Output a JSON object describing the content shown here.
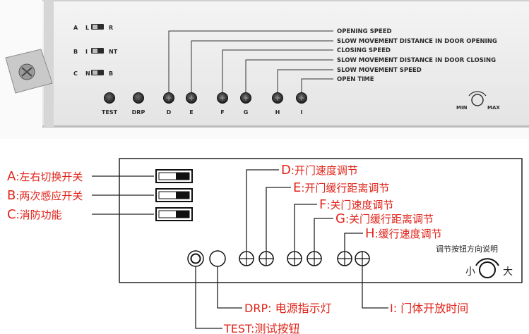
{
  "photo_panel": {
    "switches": [
      {
        "left": "A",
        "right": "R",
        "mid": "L"
      },
      {
        "left": "B",
        "right": "NT",
        "mid": "I"
      },
      {
        "left": "C",
        "right": "B",
        "mid": "N"
      }
    ],
    "knob_labels": [
      "TEST",
      "DRP",
      "D",
      "E",
      "F",
      "G",
      "H",
      "I"
    ],
    "leader_labels": [
      "OPENING SPEED",
      "SLOW MOVEMENT DISTANCE IN DOOR OPENING",
      "CLOSING SPEED",
      "SLOW MOVEMENT DISTANCE IN DOOR CLOSING",
      "SLOW MOVEMENT SPEED",
      "OPEN TIME"
    ],
    "min_label": "MIN",
    "max_label": "MAX"
  },
  "diagram": {
    "switch_labels": [
      {
        "letter": "A",
        "text": ":左右切换开关"
      },
      {
        "letter": "B",
        "text": ":两次感应开关"
      },
      {
        "letter": "C",
        "text": ":消防功能"
      }
    ],
    "adjusters": [
      {
        "letter": "D",
        "text": ":开门速度调节"
      },
      {
        "letter": "E",
        "text": ":开门缓行距离调节"
      },
      {
        "letter": "F",
        "text": ":关门速度调节"
      },
      {
        "letter": "G",
        "text": ":关门缓行距离调节"
      },
      {
        "letter": "H",
        "text": ":缓行速度调节"
      }
    ],
    "direction_title": "调节按钮方向说明",
    "small_label": "小",
    "large_label": "大",
    "bottom_labels": {
      "drp": "DRP: 电源指示灯",
      "test": "TEST:测试按钮",
      "i": "I: 门体开放时间"
    }
  },
  "colors": {
    "annotation_red": "#e0231a",
    "panel_bg": "#ededed",
    "line": "#222222"
  }
}
